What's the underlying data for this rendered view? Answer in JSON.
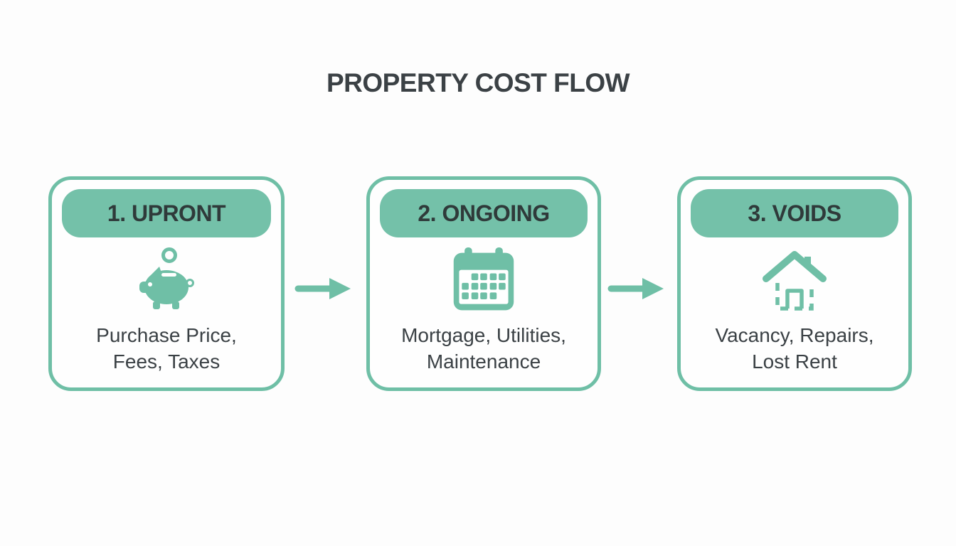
{
  "title": "PROPERTY COST FLOW",
  "colors": {
    "accent_teal": "#6fbfa6",
    "header_fill": "#74c1a9",
    "text_dark": "#3b4145",
    "background": "#fdfdfd"
  },
  "steps": [
    {
      "header": "1. UPRONT",
      "icon": "piggy-bank-icon",
      "line1": "Purchase Price,",
      "line2": "Fees, Taxes"
    },
    {
      "header": "2. ONGOING",
      "icon": "calendar-icon",
      "line1": "Mortgage, Utilities,",
      "line2": "Maintenance"
    },
    {
      "header": "3. VOIDS",
      "icon": "house-vacancy-icon",
      "line1": "Vacancy, Repairs,",
      "line2": "Lost Rent"
    }
  ]
}
